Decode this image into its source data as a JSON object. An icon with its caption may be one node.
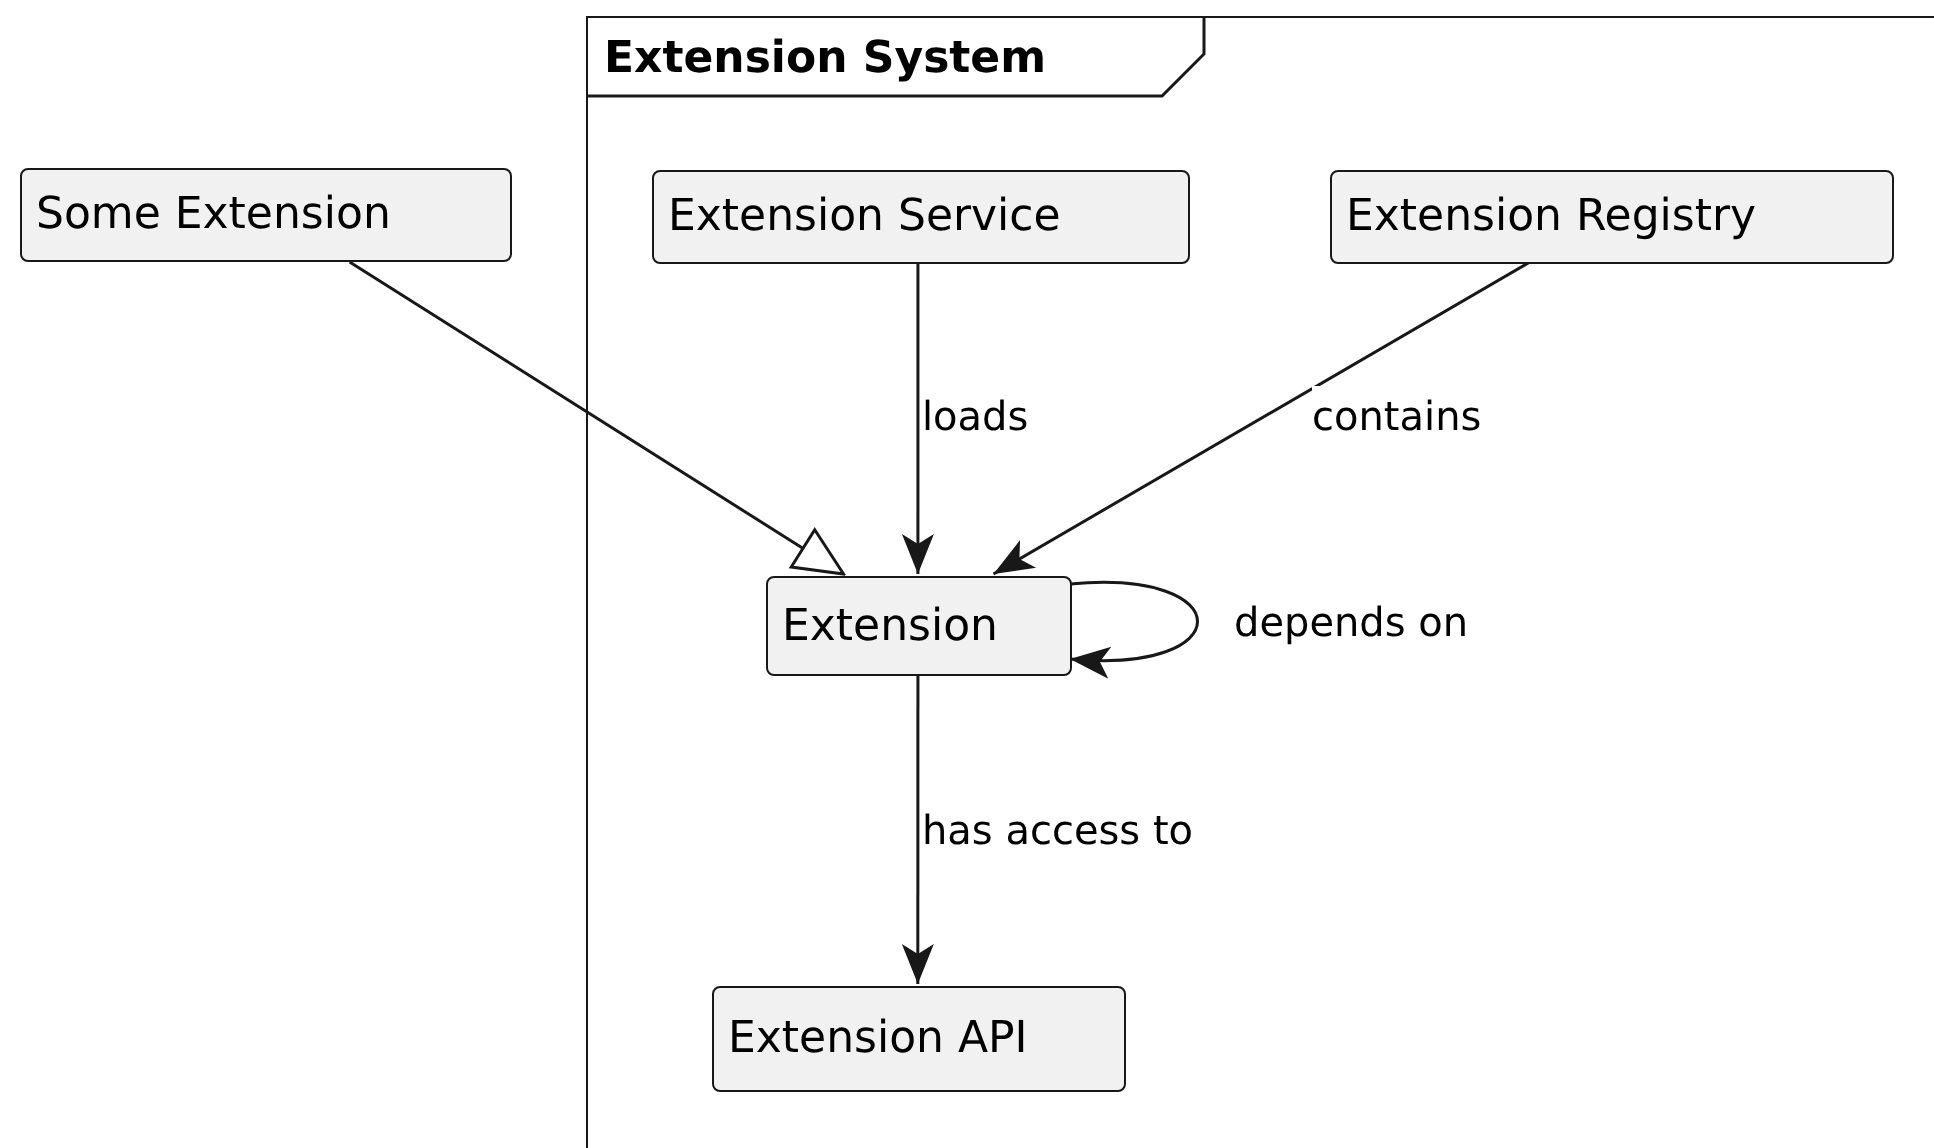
{
  "diagram": {
    "nodes": [
      {
        "text": [
          "Extension System"
        ]
      },
      {
        "text": [
          "Some Extension"
        ]
      },
      {
        "text": [
          "Extension Service"
        ],
        "in": 0
      },
      {
        "text": [
          "Extension Registry"
        ],
        "in": 0
      },
      {
        "text": [
          "Extension"
        ],
        "in": 0
      },
      {
        "text": [
          "Extension API"
        ],
        "in": 0
      }
    ],
    "edges": [
      {
        "from": 1,
        "to": 4,
        "arrow": "to"
      },
      {
        "from": 2,
        "to": 4,
        "arrow": "to",
        "label": "loads"
      },
      {
        "from": 3,
        "to": 4,
        "arrow": "to",
        "label": "contains"
      },
      {
        "from": 4,
        "to": 4,
        "arrow": "to",
        "label": "depends on"
      },
      {
        "from": 4,
        "to": 5,
        "arrow": "to",
        "label": "has access to"
      }
    ]
  }
}
